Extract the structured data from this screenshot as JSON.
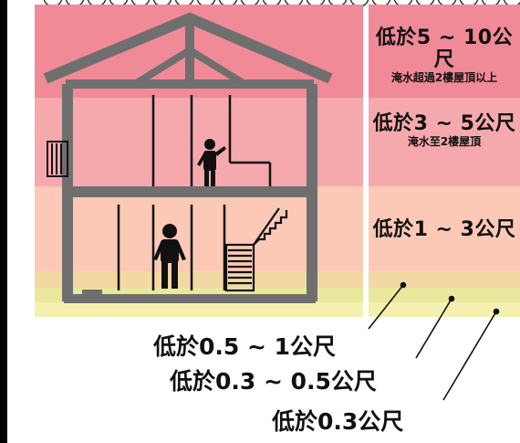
{
  "colors": {
    "band_top": "#f08a96",
    "band_upper": "#f6a9ad",
    "band_middle": "#fbc9b5",
    "band_low1": "#f2d9a4",
    "band_low2": "#eae89d",
    "band_low3": "#f4f1b0",
    "house_line": "#6f6f6f",
    "figure": "#111111"
  },
  "zones": [
    {
      "title": "低於5 ~ 10公尺",
      "subtitle": "淹水超過2樓屋頂以上"
    },
    {
      "title": "低於3 ~ 5公尺",
      "subtitle": "淹水至2樓屋頂"
    },
    {
      "title": "低於1 ~ 3公尺",
      "subtitle": ""
    }
  ],
  "callouts": [
    {
      "text": "低於0.5 ~ 1公尺"
    },
    {
      "text": "低於0.3 ~ 0.5公尺"
    },
    {
      "text": "低於0.3公尺"
    }
  ],
  "icons": [
    "person-upstairs-icon",
    "person-downstairs-icon",
    "staircase-icon",
    "radiator-icon",
    "scallop-border"
  ]
}
